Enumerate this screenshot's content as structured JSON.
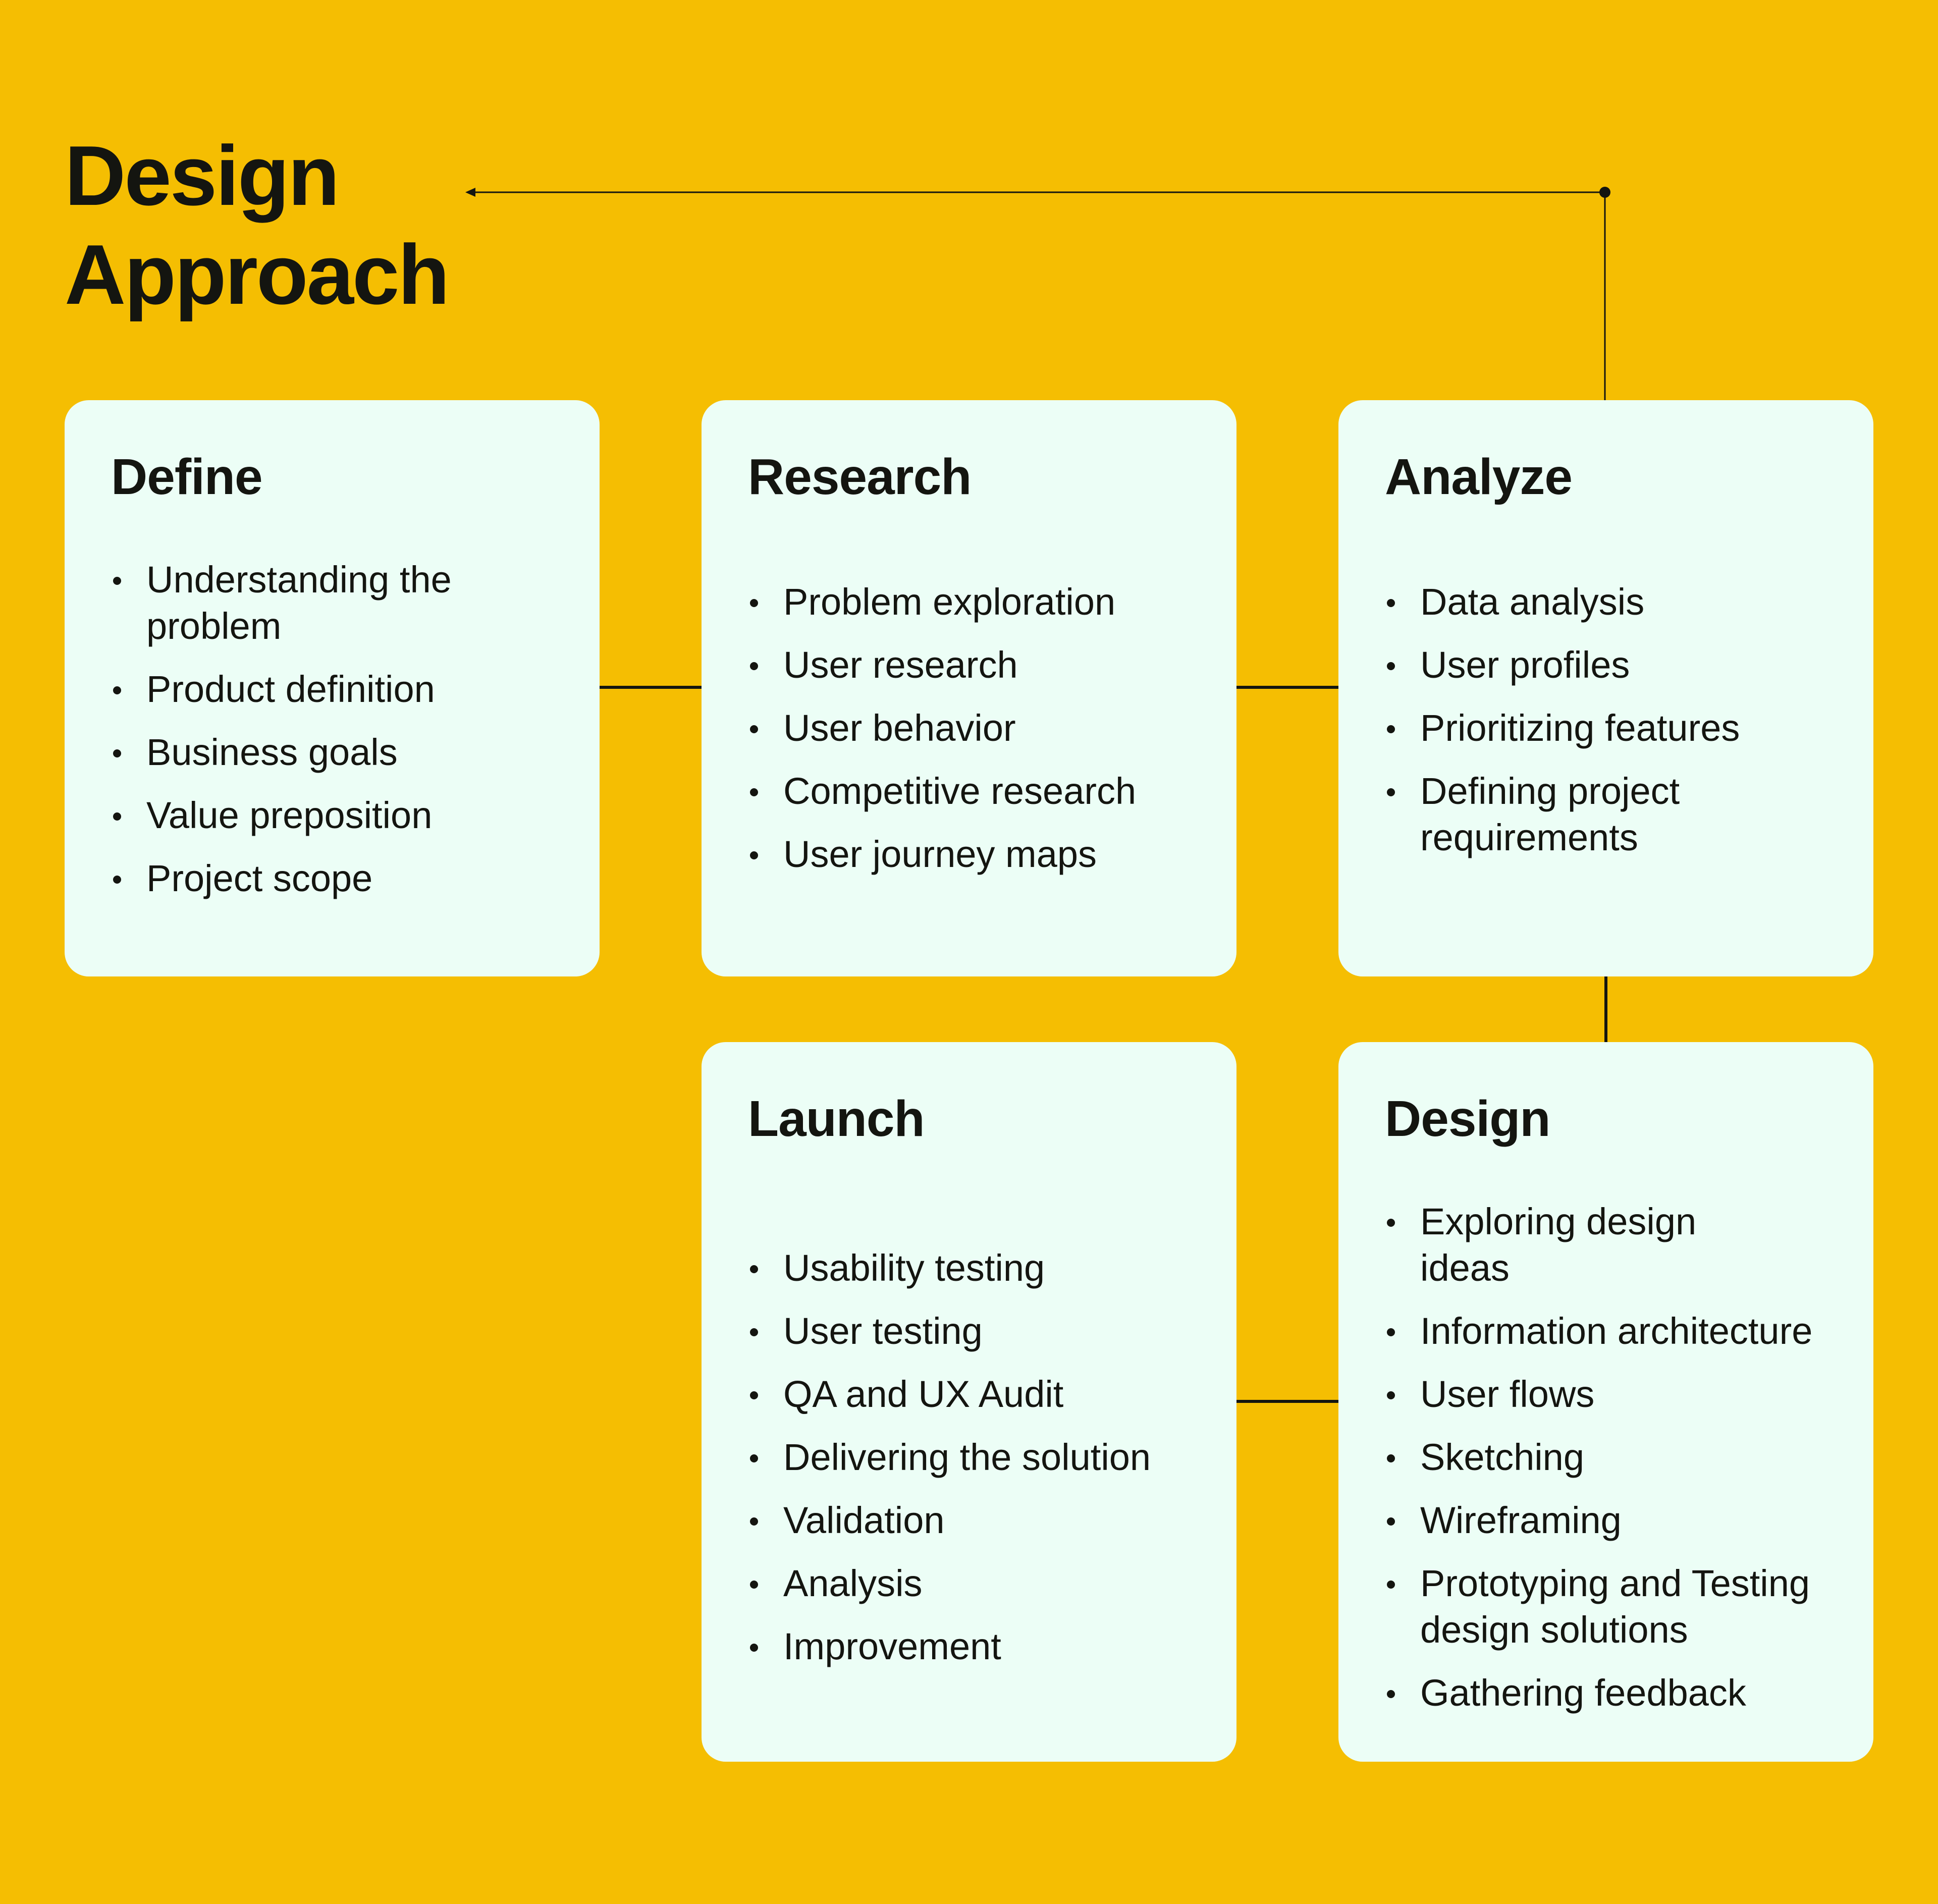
{
  "title": {
    "line1": "Design",
    "line2": "Approach"
  },
  "colors": {
    "background": "#F5BE02",
    "card": "#ECFEF6",
    "text": "#141510",
    "line": "#141510"
  },
  "cards": {
    "define": {
      "title": "Define",
      "items": [
        "Understanding the problem",
        "Product definition",
        "Business goals",
        "Value preposition",
        "Project scope"
      ]
    },
    "research": {
      "title": "Research",
      "items": [
        "Problem exploration",
        "User research",
        "User behavior",
        "Competitive research",
        "User journey maps"
      ]
    },
    "analyze": {
      "title": "Analyze",
      "items": [
        "Data analysis",
        "User profiles",
        "Prioritizing features",
        "Defining project requirements"
      ]
    },
    "launch": {
      "title": "Launch",
      "items": [
        "Usability testing",
        "User testing",
        "QA and UX Audit",
        "Delivering the solution",
        "Validation",
        "Analysis",
        "Improvement"
      ]
    },
    "design": {
      "title": "Design",
      "items": [
        "Exploring design ideas",
        "Information architecture",
        "User flows",
        "Sketching",
        "Wireframing",
        "Prototyping and Testing design solutions",
        "Gathering feedback"
      ]
    }
  },
  "flow": [
    "define",
    "research",
    "analyze",
    "design",
    "launch"
  ]
}
